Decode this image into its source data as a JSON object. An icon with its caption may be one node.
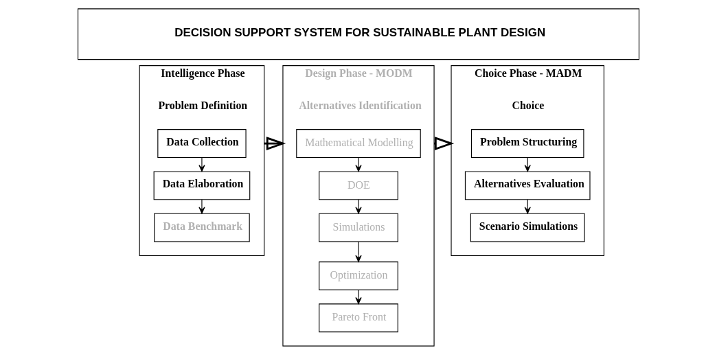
{
  "diagram": {
    "nodes": [
      {
        "text": [
          "DECISION SUPPORT SYSTEM FOR SUSTAINABLE PLANT DESIGN"
        ]
      },
      {
        "text": [
          "Intelligence Phase",
          "Problem Definition"
        ]
      },
      {
        "text": [
          "Data Collection"
        ],
        "in": 1
      },
      {
        "text": [
          "Data Elaboration"
        ],
        "in": 1
      },
      {
        "text": [
          "Data Benchmark"
        ],
        "in": 1
      },
      {
        "text": [
          "Design Phase - MODM",
          "Alternatives Identification"
        ]
      },
      {
        "text": [
          "Mathematical Modelling"
        ],
        "in": 5
      },
      {
        "text": [
          "DOE"
        ],
        "in": 5
      },
      {
        "text": [
          "Simulations"
        ],
        "in": 5
      },
      {
        "text": [
          "Optimization"
        ],
        "in": 5
      },
      {
        "text": [
          "Pareto Front"
        ],
        "in": 5
      },
      {
        "text": [
          "Choice Phase - MADM",
          "Choice"
        ]
      },
      {
        "text": [
          "Problem Structuring"
        ],
        "in": 11
      },
      {
        "text": [
          "Alternatives Evaluation"
        ],
        "in": 11
      },
      {
        "text": [
          "Scenario Simulations"
        ],
        "in": 11
      }
    ],
    "edges": [
      {
        "from": 2,
        "to": 3,
        "arrow": "to"
      },
      {
        "from": 3,
        "to": 4,
        "arrow": "to"
      },
      {
        "from": 6,
        "to": 7,
        "arrow": "to"
      },
      {
        "from": 7,
        "to": 8,
        "arrow": "to"
      },
      {
        "from": 8,
        "to": 9,
        "arrow": "to"
      },
      {
        "from": 9,
        "to": 10,
        "arrow": "to"
      },
      {
        "from": 12,
        "to": 13,
        "arrow": "to"
      },
      {
        "from": 13,
        "to": 14,
        "arrow": "to"
      },
      {
        "from": 1,
        "to": 5,
        "arrow": "to",
        "style": "thick"
      },
      {
        "from": 5,
        "to": 11,
        "arrow": "to",
        "style": "thick"
      }
    ]
  }
}
